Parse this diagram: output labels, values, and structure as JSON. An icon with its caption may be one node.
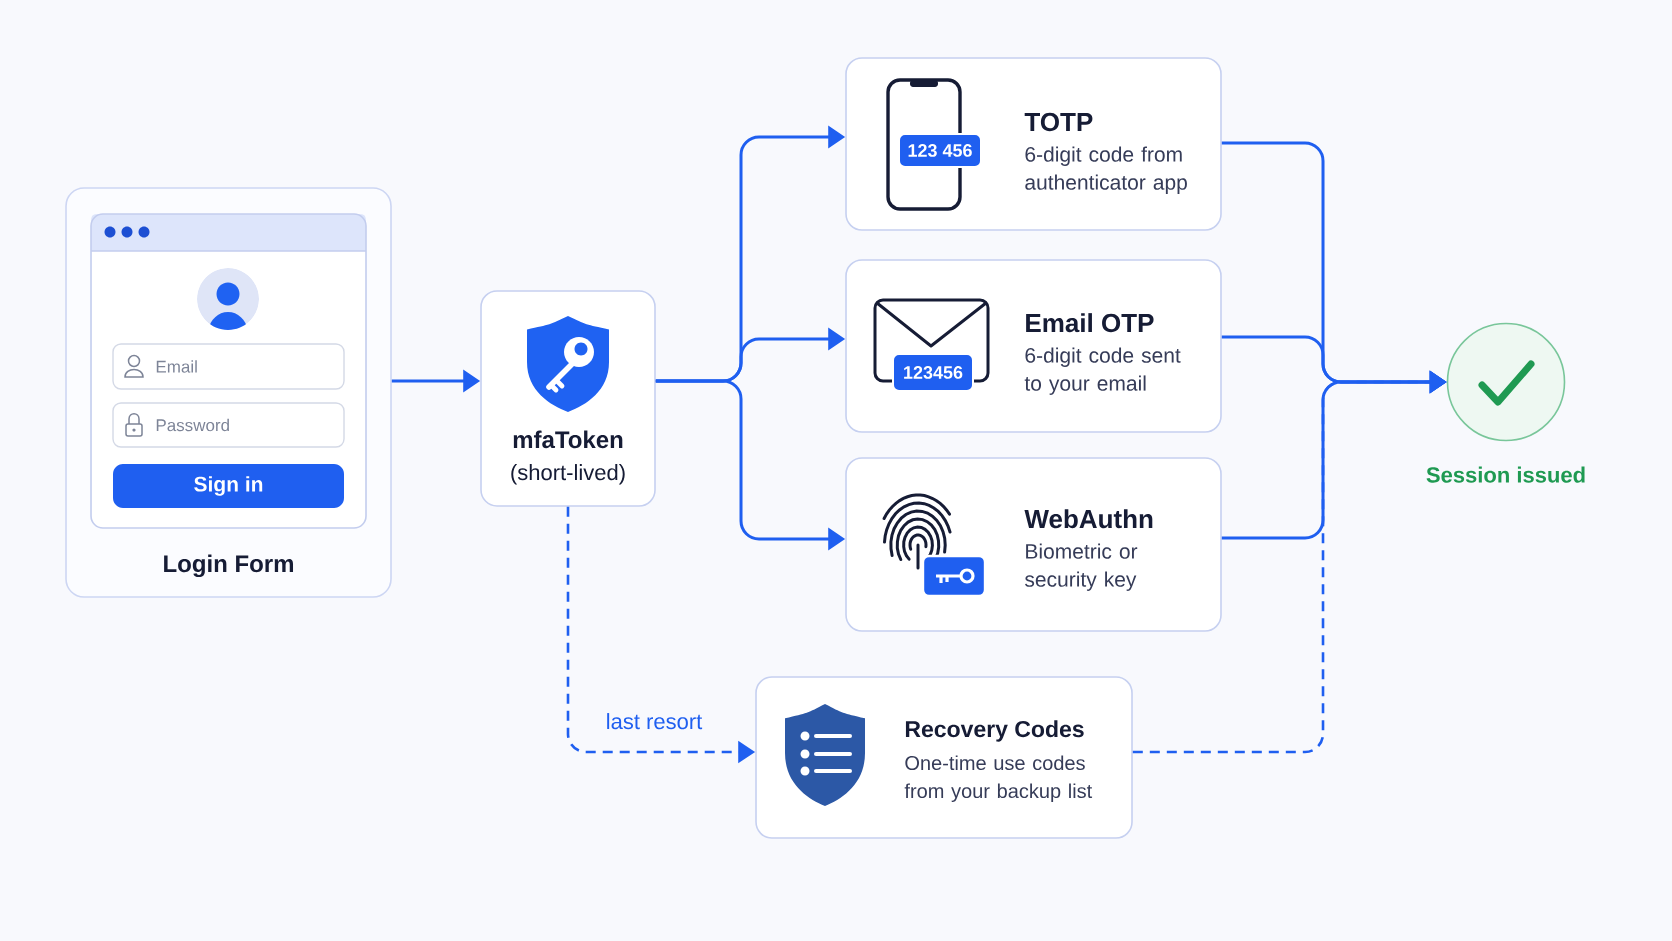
{
  "diagram": {
    "nodes": [
      {
        "text": [
          "Login Form"
        ]
      },
      {
        "text": [
          "Email"
        ],
        "in": 0
      },
      {
        "text": [
          "Password"
        ],
        "in": 0
      },
      {
        "text": [
          "Sign in"
        ],
        "in": 0
      },
      {
        "text": [
          "mfaToken",
          "(short-lived)"
        ]
      },
      {
        "text": [
          "TOTP",
          "6-digit code from authenticator app"
        ]
      },
      {
        "text": [
          "123 456"
        ],
        "in": 5
      },
      {
        "text": [
          "Email OTP",
          "6-digit code sent to your email"
        ]
      },
      {
        "text": [
          "123456"
        ],
        "in": 7
      },
      {
        "text": [
          "WebAuthn",
          "Biometric or security key"
        ]
      },
      {
        "text": [
          "Recovery Codes",
          "One-time use codes from your backup list"
        ]
      },
      {
        "text": [],
        "shape": "circle",
        "beside": [
          "Session issued"
        ]
      }
    ],
    "edges": [
      {
        "from": 0,
        "to": 4,
        "arrow": "to"
      },
      {
        "from": 4,
        "to": 5,
        "arrow": "to"
      },
      {
        "from": 4,
        "to": 7,
        "arrow": "to"
      },
      {
        "from": 4,
        "to": 9,
        "arrow": "to"
      },
      {
        "from": 5,
        "to": 11,
        "arrow": "to"
      },
      {
        "from": 7,
        "to": 11,
        "arrow": "to"
      },
      {
        "from": 9,
        "to": 11,
        "arrow": "to"
      },
      {
        "from": 4,
        "to": 10,
        "arrow": "to",
        "style": "dashed",
        "label": "last resort"
      },
      {
        "from": 10,
        "to": 11,
        "arrow": "to",
        "style": "dashed"
      }
    ]
  }
}
